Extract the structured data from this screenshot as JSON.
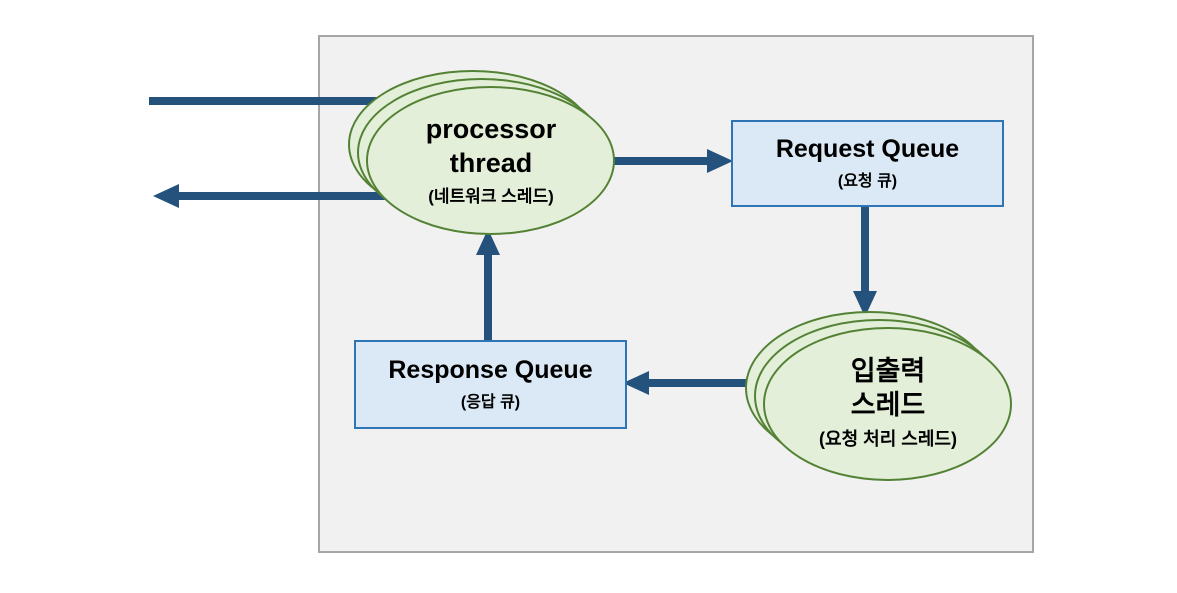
{
  "diagram": {
    "nodes": {
      "processor_thread": {
        "title": "processor\nthread",
        "subtitle": "(네트워크 스레드)",
        "shape": "stacked-ellipses",
        "fill": "#e3efd9",
        "border": "#548235"
      },
      "request_queue": {
        "title": "Request Queue",
        "subtitle": "(요청 큐)",
        "shape": "rectangle",
        "fill": "#dbe9f6",
        "border": "#2e75b6"
      },
      "io_thread": {
        "title": "입출력\n스레드",
        "subtitle": "(요청 처리 스레드)",
        "shape": "stacked-ellipses",
        "fill": "#e3efd9",
        "border": "#548235"
      },
      "response_queue": {
        "title": "Response Queue",
        "subtitle": "(응답 큐)",
        "shape": "rectangle",
        "fill": "#dbe9f6",
        "border": "#2e75b6"
      }
    },
    "edges": [
      {
        "name": "client-request-line",
        "from": "client-outside",
        "to": "processor_thread",
        "arrowhead": "none"
      },
      {
        "name": "client-response-arrow",
        "from": "processor_thread",
        "to": "client-outside",
        "arrowhead": "left"
      },
      {
        "name": "processor-to-request-queue-arrow",
        "from": "processor_thread",
        "to": "request_queue",
        "arrowhead": "right"
      },
      {
        "name": "request-queue-to-io-thread-arrow",
        "from": "request_queue",
        "to": "io_thread",
        "arrowhead": "down"
      },
      {
        "name": "io-thread-to-response-queue-arrow",
        "from": "io_thread",
        "to": "response_queue",
        "arrowhead": "left"
      },
      {
        "name": "response-queue-to-processor-arrow",
        "from": "response_queue",
        "to": "processor_thread",
        "arrowhead": "up"
      }
    ],
    "colors": {
      "arrow": "#25517d",
      "boundary_fill": "#f1f1f1",
      "boundary_border": "#a6a6a6",
      "thread_fill": "#e3efd9",
      "thread_border": "#548235",
      "queue_fill": "#dbe9f6",
      "queue_border": "#2e75b6",
      "text": "#000000",
      "page_background": "#ffffff"
    }
  }
}
